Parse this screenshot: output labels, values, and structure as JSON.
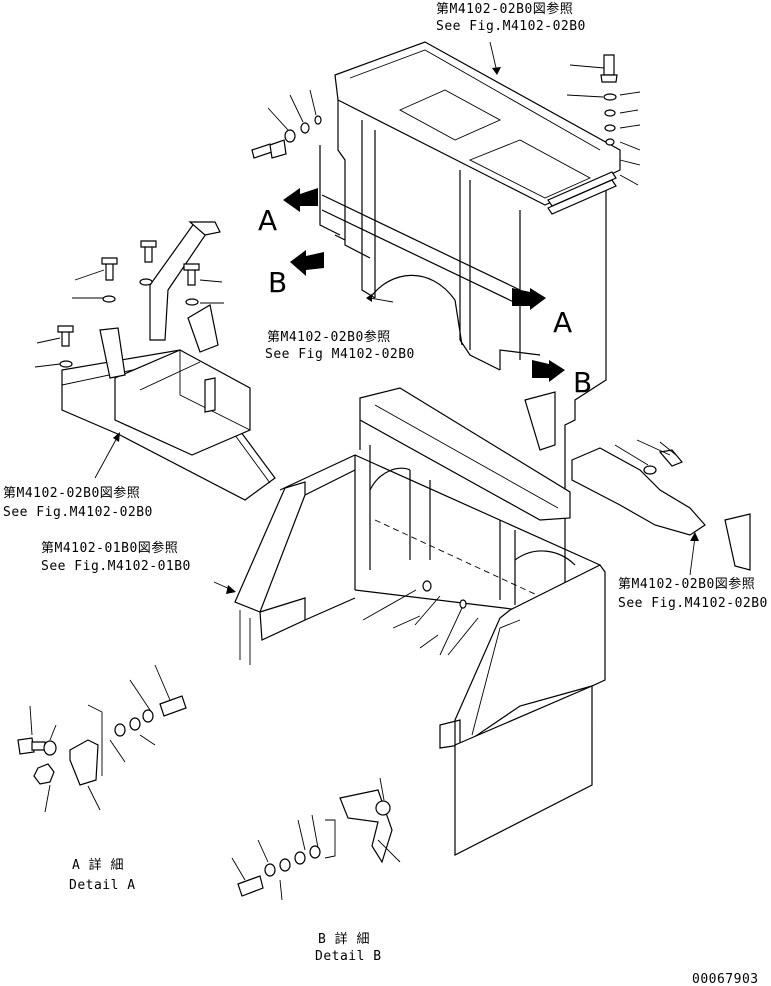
{
  "references": [
    {
      "jp": "第M4102-02B0図参照",
      "en": "See Fig.M4102-02B0"
    },
    {
      "jp": "第M4102-02B0参照",
      "en": "See Fig M4102-02B0"
    },
    {
      "jp": "第M4102-02B0図参照",
      "en": "See Fig.M4102-02B0"
    },
    {
      "jp": "第M4102-01B0図参照",
      "en": "See Fig.M4102-01B0"
    },
    {
      "jp": "第M4102-02B0図参照",
      "en": "See Fig.M4102-02B0"
    }
  ],
  "view_markers": [
    "A",
    "B",
    "A",
    "B"
  ],
  "details": [
    {
      "jp": "A 詳 細",
      "en": "Detail A"
    },
    {
      "jp": "B 詳 細",
      "en": "Detail B"
    }
  ],
  "drawing_number": "00067903"
}
